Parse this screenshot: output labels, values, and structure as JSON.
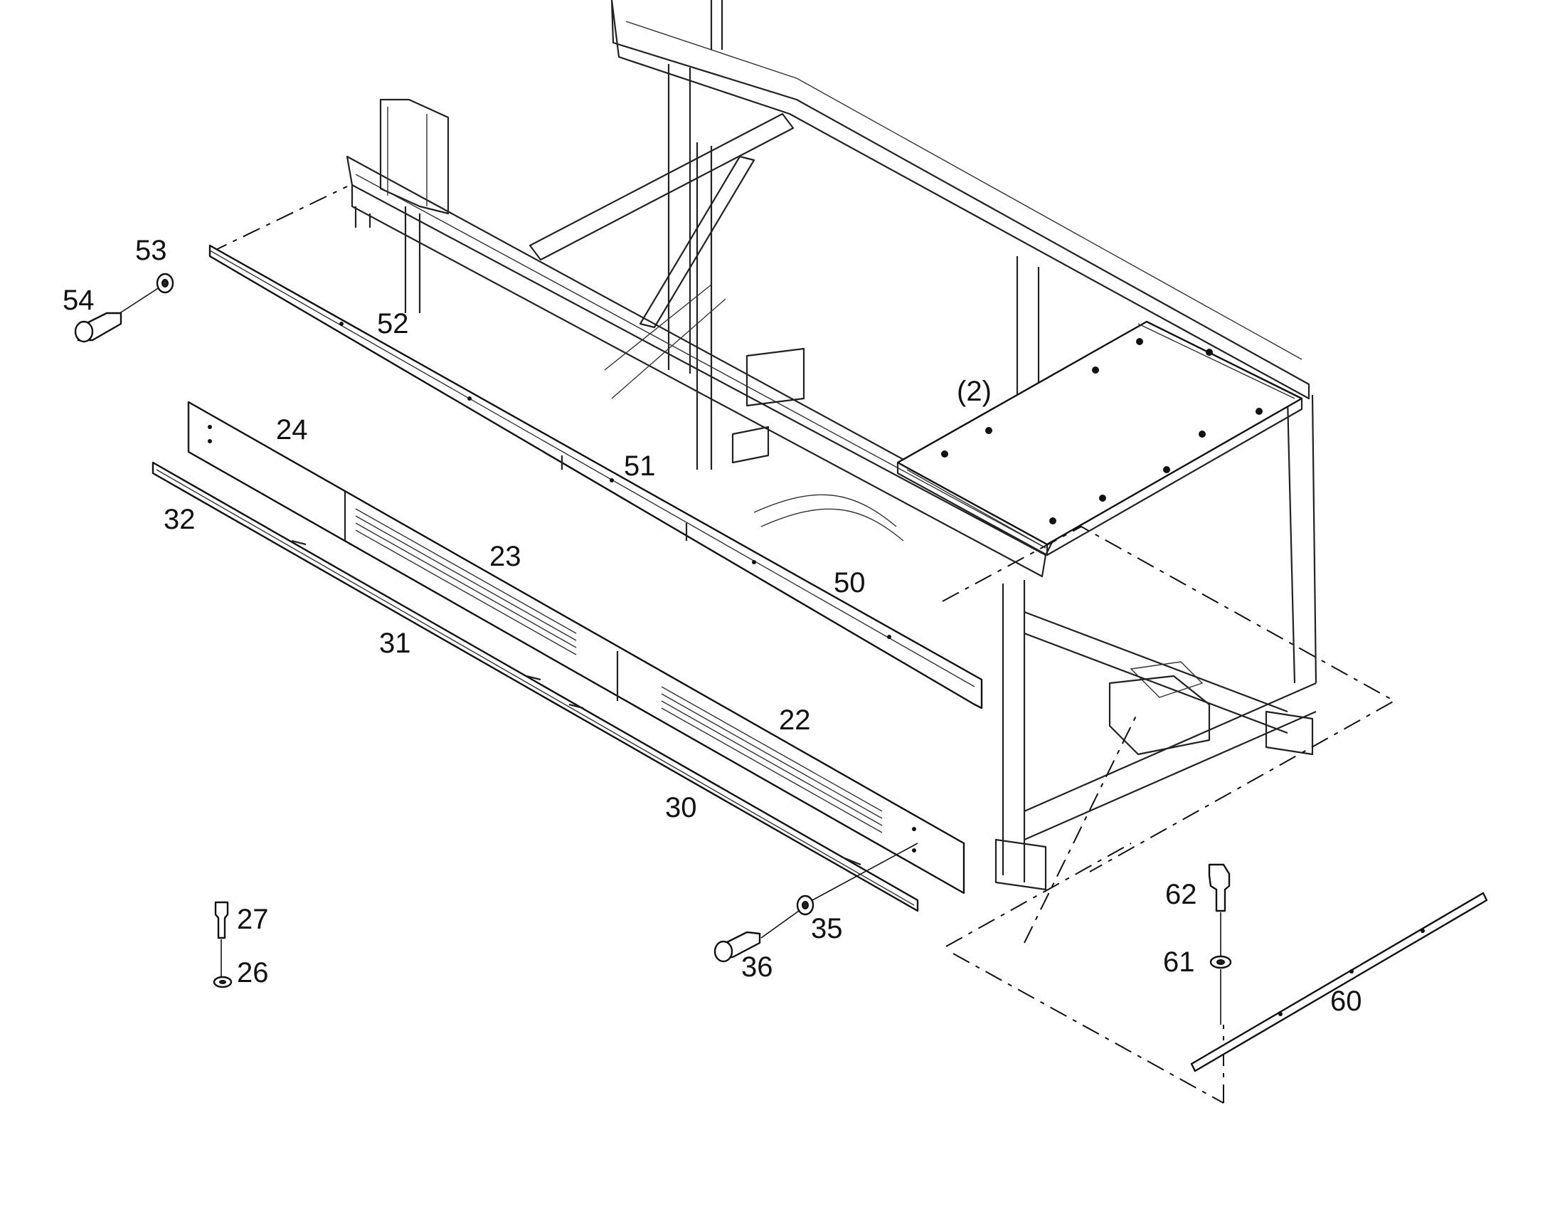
{
  "diagram": {
    "callouts": [
      {
        "id": "54",
        "text": "54"
      },
      {
        "id": "53",
        "text": "53"
      },
      {
        "id": "52",
        "text": "52"
      },
      {
        "id": "24",
        "text": "24"
      },
      {
        "id": "32",
        "text": "32"
      },
      {
        "id": "51",
        "text": "51"
      },
      {
        "id": "23",
        "text": "23"
      },
      {
        "id": "2",
        "text": "(2)"
      },
      {
        "id": "50",
        "text": "50"
      },
      {
        "id": "31",
        "text": "31"
      },
      {
        "id": "22",
        "text": "22"
      },
      {
        "id": "30",
        "text": "30"
      },
      {
        "id": "27",
        "text": "27"
      },
      {
        "id": "26",
        "text": "26"
      },
      {
        "id": "35",
        "text": "35"
      },
      {
        "id": "36",
        "text": "36"
      },
      {
        "id": "62",
        "text": "62"
      },
      {
        "id": "61",
        "text": "61"
      },
      {
        "id": "60",
        "text": "60"
      }
    ]
  },
  "colors": {
    "line": "#111111",
    "background": "#ffffff"
  }
}
